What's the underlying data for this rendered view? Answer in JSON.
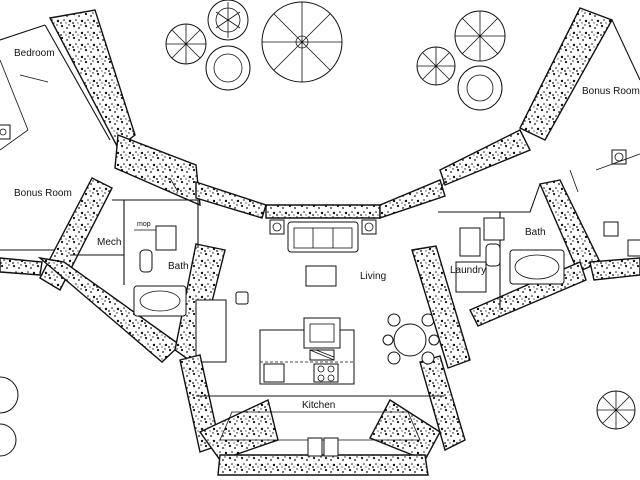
{
  "rooms": {
    "bedroom": "Bedroom",
    "bonus_room_left": "Bonus Room",
    "bonus_room_right": "Bonus Room",
    "mech": "Mech",
    "mop": "mop",
    "bath_left": "Bath",
    "bath_right": "Bath",
    "living": "Living",
    "laundry": "Laundry",
    "kitchen": "Kitchen"
  },
  "colors": {
    "line": "#111111",
    "background": "#ffffff",
    "gravel_fill": "#111111"
  },
  "icons": {
    "tree": "tree-icon",
    "speaker": "speaker-icon",
    "window": "window-icon",
    "door": "door-icon"
  }
}
